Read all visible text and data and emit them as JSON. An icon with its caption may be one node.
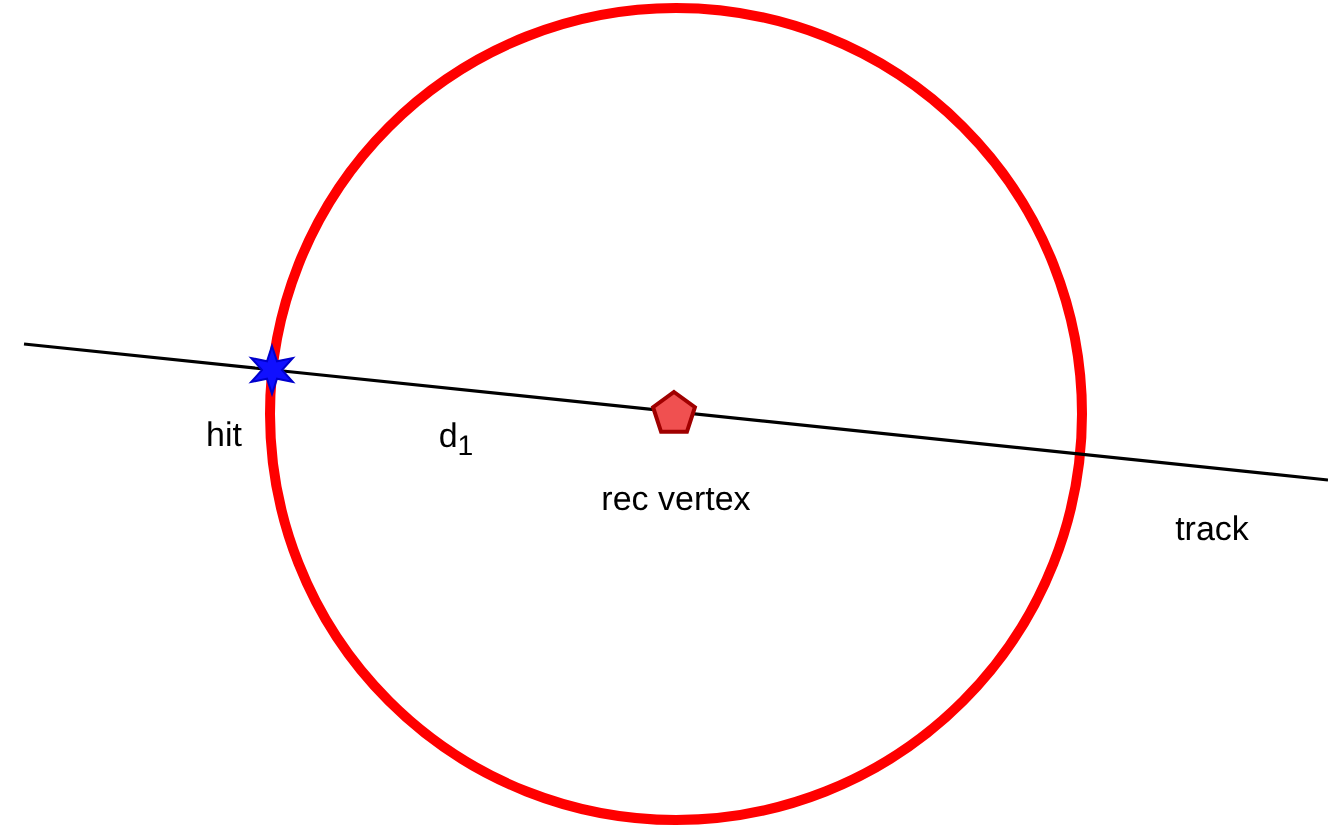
{
  "diagram": {
    "labels": [
      "hit",
      "d$_{1}$",
      "rec vertex",
      "track"
    ]
  }
}
